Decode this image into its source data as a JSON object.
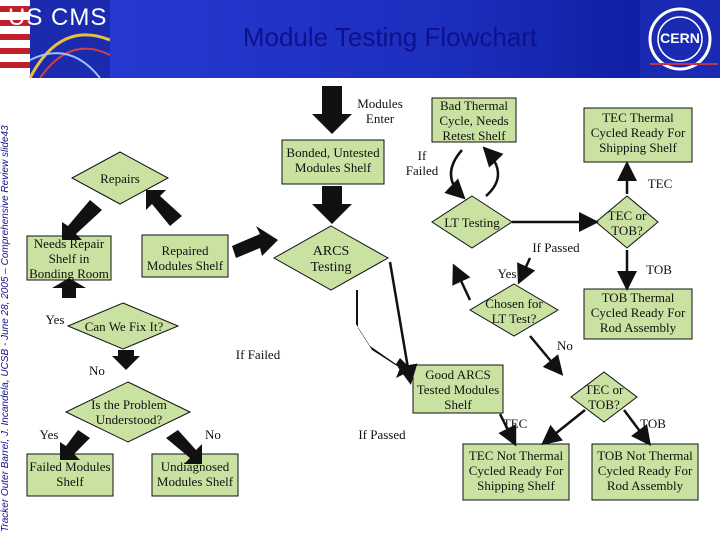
{
  "header": {
    "title": "Module Testing Flowchart",
    "logo_left_text": "US CMS",
    "logo_right_text": "CERN",
    "colors": {
      "header_blue": "#2231c8",
      "title_blue": "#10108a",
      "box_green": "#c9e2a2"
    }
  },
  "side_text": "Tracker Outer Barrel, J. Incandela, UCSB - June 28, 2005 – Comprehensive Review slide43",
  "nodes": {
    "modules_enter": "Modules Enter",
    "bonded_untested": "Bonded, Untested Modules Shelf",
    "bad_thermal": "Bad Thermal Cycle, Needs Retest Shelf",
    "if_failed_top": "If Failed",
    "tec_thermal_ready_shipping": "TEC Thermal Cycled Ready For Shipping Shelf",
    "repairs": "Repairs",
    "tec_label_top": "TEC",
    "lt_testing": "LT Testing",
    "tec_or_tob_top": "TEC or TOB?",
    "needs_repair": "Needs Repair Shelf in Bonding Room",
    "repaired_modules": "Repaired Modules Shelf",
    "arcs_testing": "ARCS Testing",
    "if_passed_right": "If Passed",
    "yes_lt": "Yes",
    "tob_label_right": "TOB",
    "chosen_for_lt": "Chosen for LT Test?",
    "tob_thermal_ready_rod": "TOB Thermal Cycled Ready For Rod Assembly",
    "yes_left": "Yes",
    "can_we_fix": "Can We Fix It?",
    "no_chosen": "No",
    "if_failed_mid": "If Failed",
    "no_left": "No",
    "good_arcs": "Good ARCS Tested Modules Shelf",
    "tec_or_tob_bottom": "TEC or TOB?",
    "is_problem": "Is the Problem Understood?",
    "yes_bottom": "Yes",
    "no_bottom": "No",
    "if_passed_bottom": "If Passed",
    "tec_label_bottom": "TEC",
    "tob_label_bottom": "TOB",
    "failed_modules": "Failed Modules Shelf",
    "undiagnosed": "Undiagnosed Modules Shelf",
    "tec_not_thermal": "TEC Not Thermal Cycled Ready For Shipping Shelf",
    "tob_not_thermal": "TOB Not Thermal Cycled Ready For Rod Assembly"
  }
}
